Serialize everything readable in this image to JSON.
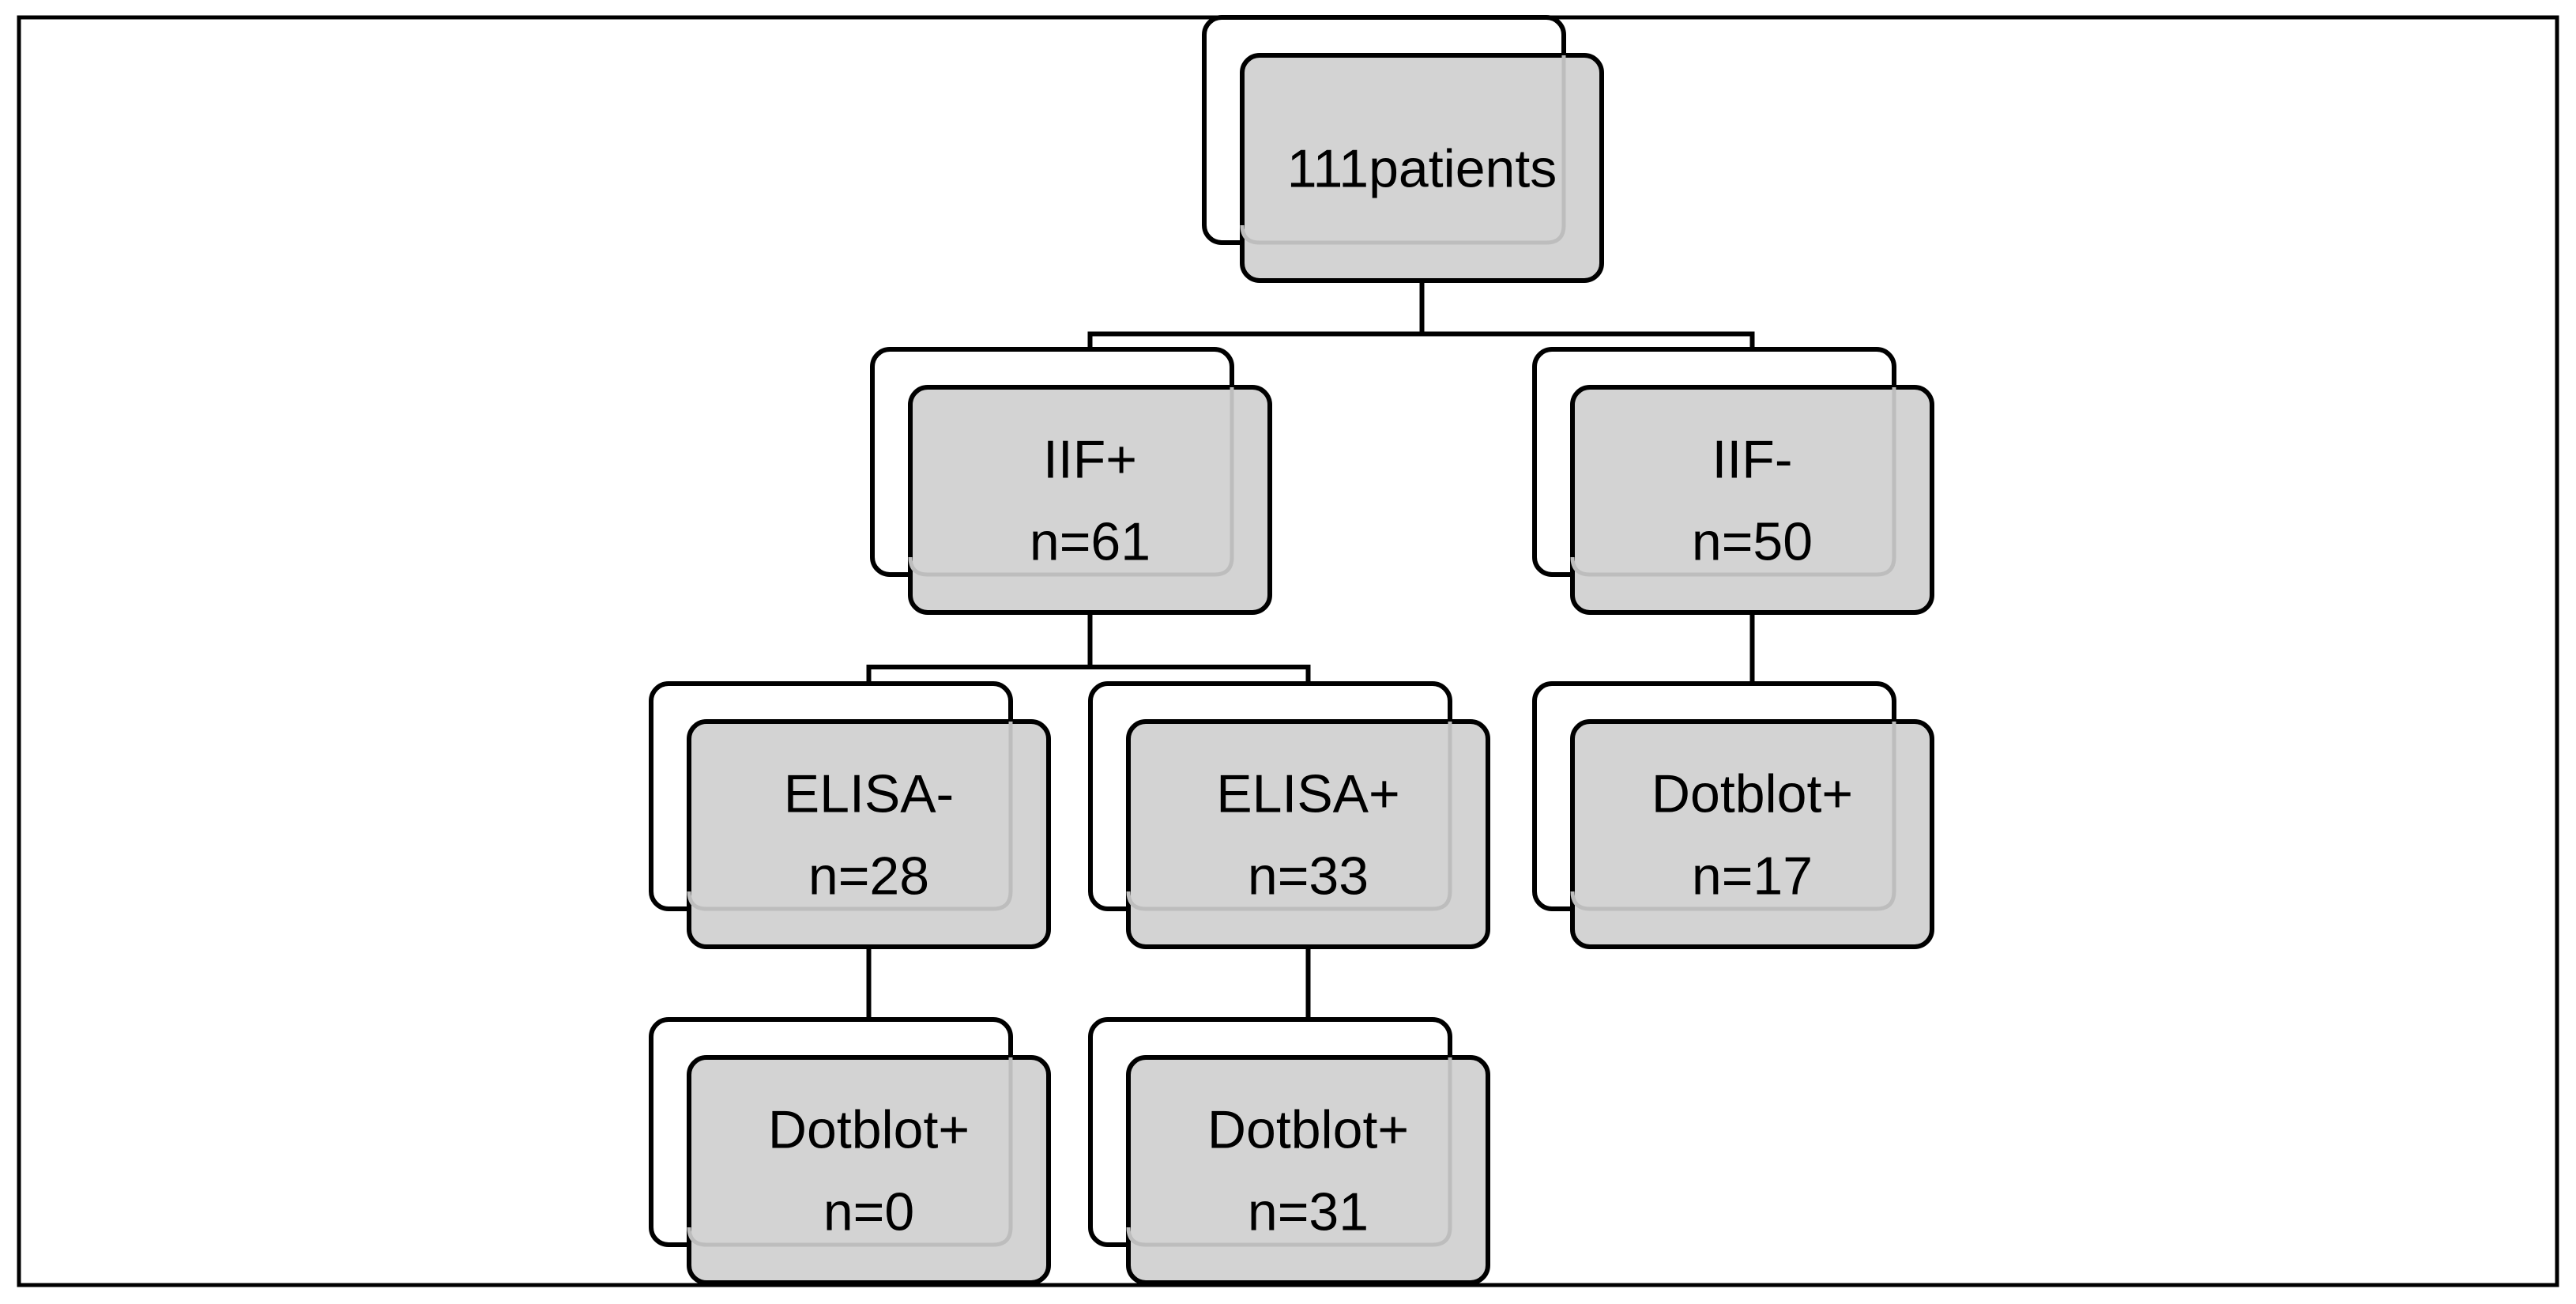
{
  "colors": {
    "node_fill": "#d3d3d3",
    "stroke": "#000000",
    "back_card_fill": "#ffffff",
    "overlay_line": "#bdbdbd",
    "background": "#ffffff"
  },
  "nodes": [
    {
      "id": "root",
      "lines": [
        "111patients"
      ]
    },
    {
      "id": "iif-pos",
      "lines": [
        "IIF+",
        "n=61"
      ]
    },
    {
      "id": "iif-neg",
      "lines": [
        "IIF-",
        "n=50"
      ]
    },
    {
      "id": "elisa-neg",
      "lines": [
        "ELISA-",
        "n=28"
      ]
    },
    {
      "id": "elisa-pos",
      "lines": [
        "ELISA+",
        "n=33"
      ]
    },
    {
      "id": "dotblot-iif-neg",
      "lines": [
        "Dotblot+",
        "n=17"
      ]
    },
    {
      "id": "dotblot-elisa-neg",
      "lines": [
        "Dotblot+",
        "n=0"
      ]
    },
    {
      "id": "dotblot-elisa-pos",
      "lines": [
        "Dotblot+",
        "n=31"
      ]
    }
  ],
  "edges": [
    {
      "from": "root",
      "to": "iif-pos"
    },
    {
      "from": "root",
      "to": "iif-neg"
    },
    {
      "from": "iif-pos",
      "to": "elisa-neg"
    },
    {
      "from": "iif-pos",
      "to": "elisa-pos"
    },
    {
      "from": "iif-neg",
      "to": "dotblot-iif-neg"
    },
    {
      "from": "elisa-neg",
      "to": "dotblot-elisa-neg"
    },
    {
      "from": "elisa-pos",
      "to": "dotblot-elisa-pos"
    }
  ]
}
